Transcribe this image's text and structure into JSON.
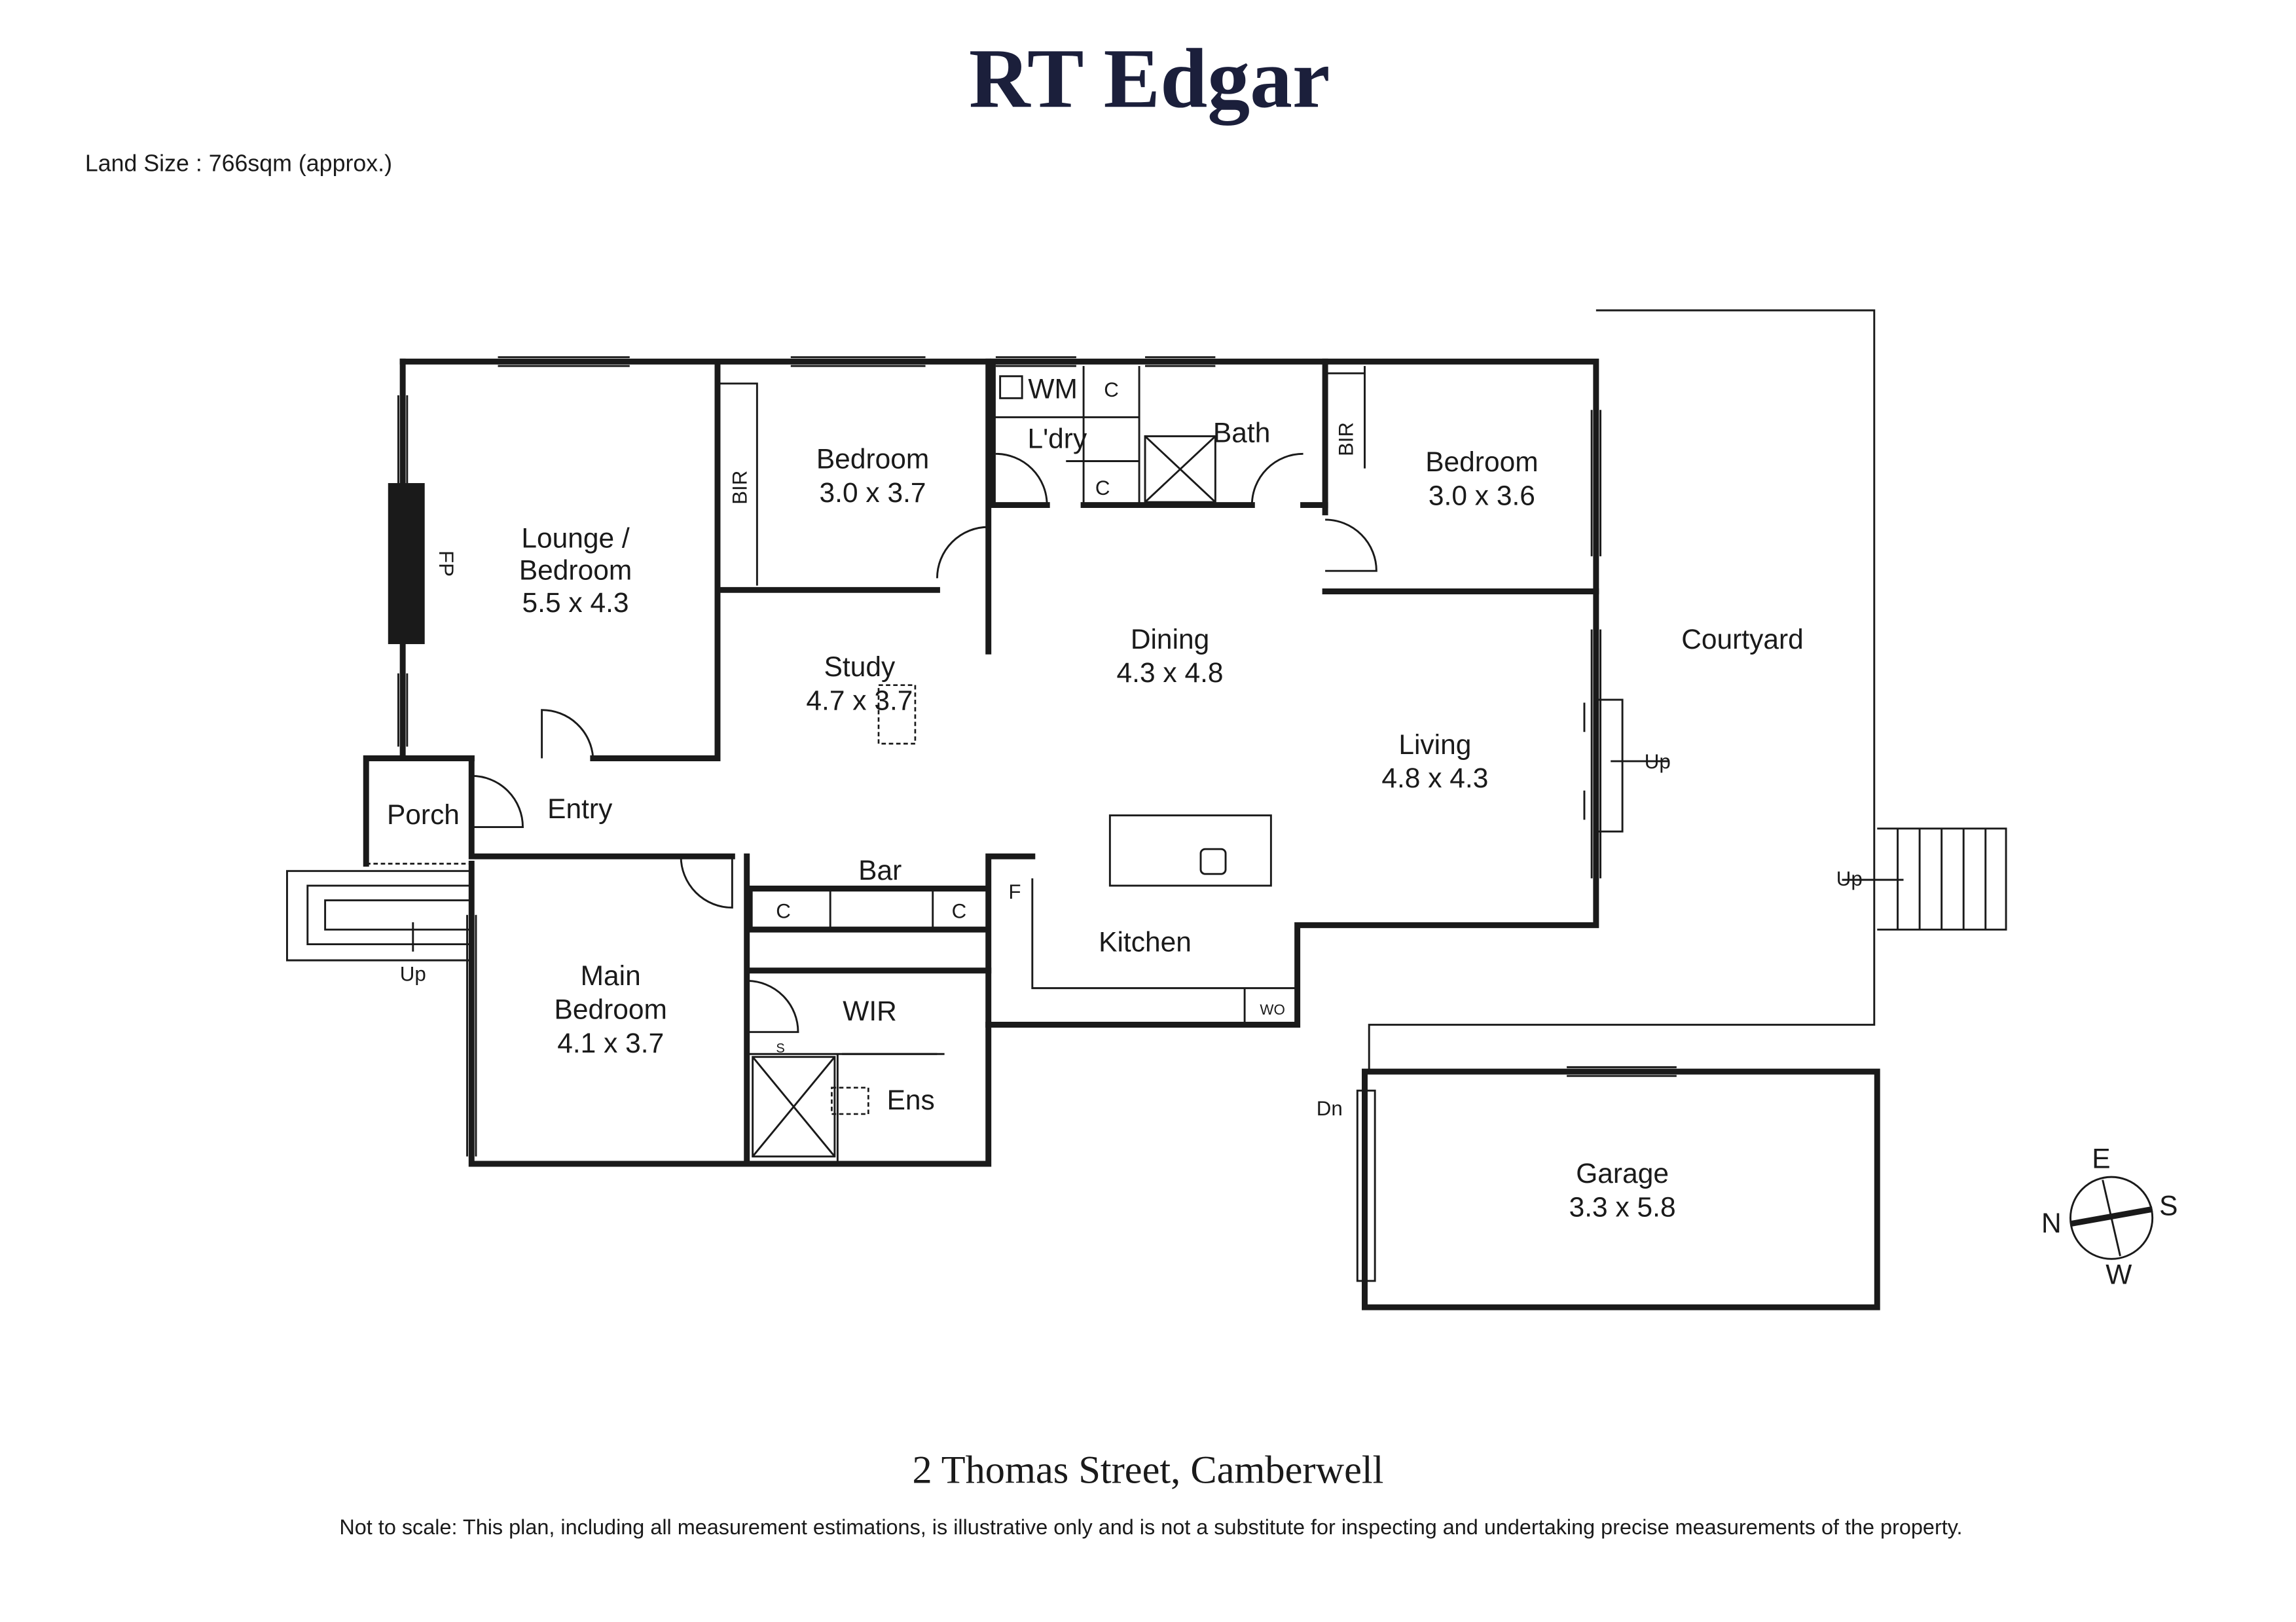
{
  "brand": "RT Edgar",
  "land_size": "Land Size :  766sqm (approx.)",
  "address": "2 Thomas Street, Camberwell",
  "disclaimer": "Not to scale: This plan, including all measurement estimations, is illustrative only and is not a substitute for inspecting and undertaking precise measurements of the property.",
  "rooms": {
    "lounge": {
      "name1": "Lounge /",
      "name2": "Bedroom",
      "size": "5.5 x 4.3"
    },
    "bedroom1": {
      "name": "Bedroom",
      "size": "3.0 x 3.7"
    },
    "bedroom2": {
      "name": "Bedroom",
      "size": "3.0 x 3.6"
    },
    "laundry": "L'dry",
    "bath": "Bath",
    "study": {
      "name": "Study",
      "size": "4.7 x 3.7"
    },
    "dining": {
      "name": "Dining",
      "size": "4.3 x 4.8"
    },
    "living": {
      "name": "Living",
      "size": "4.8 x 4.3"
    },
    "courtyard": "Courtyard",
    "porch": "Porch",
    "entry": "Entry",
    "bar": "Bar",
    "kitchen": "Kitchen",
    "main_bedroom": {
      "name1": "Main",
      "name2": "Bedroom",
      "size": "4.1 x 3.7"
    },
    "wir": "WIR",
    "ens": "Ens",
    "garage": {
      "name": "Garage",
      "size": "3.3 x 5.8"
    }
  },
  "fixtures": {
    "bir": "BIR",
    "fp": "FP",
    "wm": "WM",
    "c": "C",
    "f": "F",
    "wo": "WO",
    "s": "S",
    "up": "Up",
    "dn": "Dn"
  },
  "compass": {
    "n": "N",
    "e": "E",
    "s": "S",
    "w": "W"
  },
  "colors": {
    "brand": "#1b1f3b",
    "walls": "#1a1a1a"
  }
}
